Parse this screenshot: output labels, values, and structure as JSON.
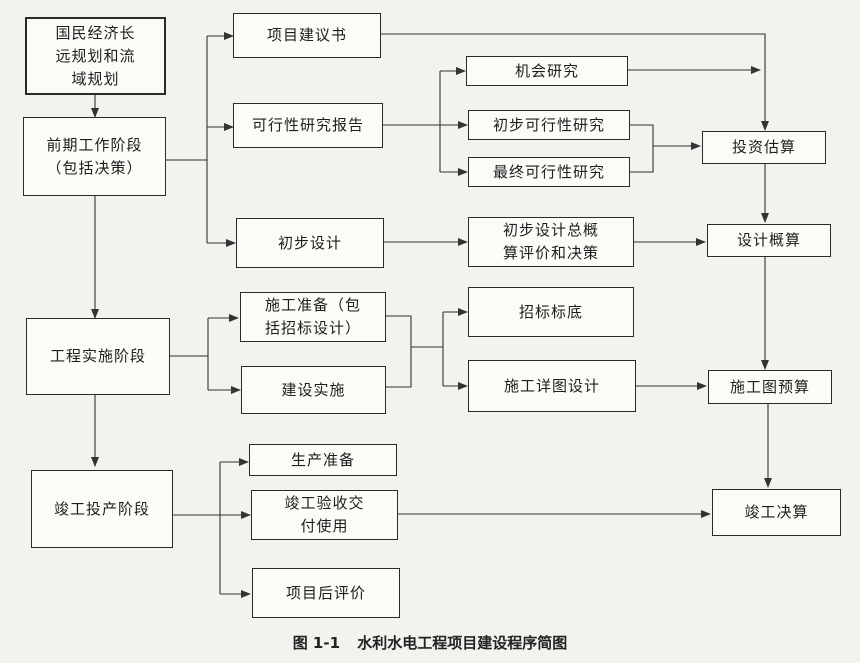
{
  "nodes": {
    "stage_plan": "国民经济长\n远规划和流\n域规划",
    "stage_pre": "前期工作阶段\n（包括决策）",
    "stage_impl": "工程实施阶段",
    "stage_done": "竣工投产阶段",
    "proposal": "项目建议书",
    "feasibility": "可行性研究报告",
    "prelim_design": "初步设计",
    "construction_prep": "施工准备（包\n括招标设计）",
    "construction": "建设实施",
    "production_prep": "生产准备",
    "acceptance": "竣工验收交\n付使用",
    "post_eval": "项目后评价",
    "opportunity": "机会研究",
    "prelim_feasibility": "初步可行性研究",
    "final_feasibility": "最终可行性研究",
    "design_review": "初步设计总概\n算评价和决策",
    "bidding": "招标标底",
    "detail_design": "施工详图设计",
    "investment_estimate": "投资估算",
    "design_budget": "设计概算",
    "drawing_budget": "施工图预算",
    "final_accounts": "竣工决算"
  },
  "caption": {
    "number": "图 1-1",
    "title": "水利水电工程项目建设程序简图"
  }
}
